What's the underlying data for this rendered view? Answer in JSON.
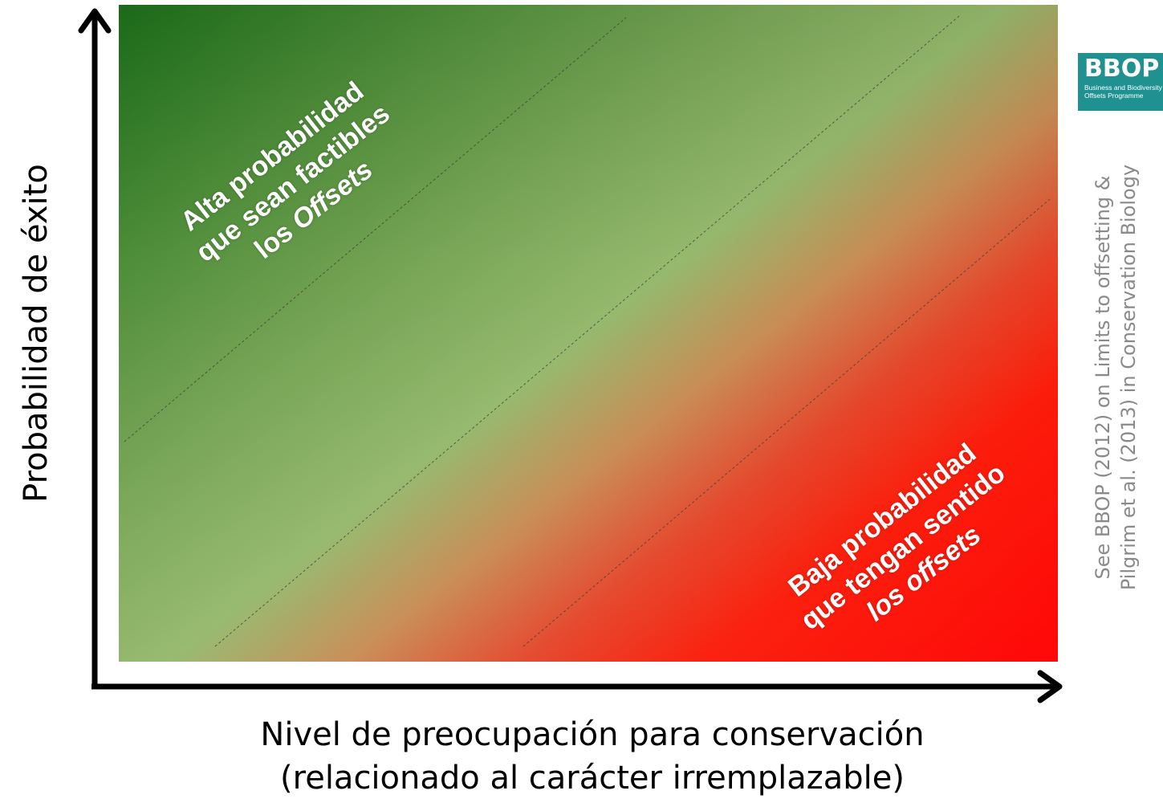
{
  "zones": {
    "high": {
      "line1": "Alta probabilidad",
      "line2": "que sean factibles",
      "line3_plain": "los ",
      "line3_italic": "Offsets"
    },
    "low": {
      "line1": "Baja probabilidad",
      "line2": "que tengan sentido",
      "line3_italic": "los offsets"
    }
  },
  "axes": {
    "y_label": "Probabilidad de éxito",
    "x_label_line1": "Nivel de preocupación para conservación",
    "x_label_line2": "(relacionado al carácter irremplazable)"
  },
  "logo": {
    "mark": "BBOP",
    "sub_line1": "Business and Biodiversity",
    "sub_line2": "Offsets Programme"
  },
  "citation": {
    "line1": "See BBOP (2012) on Limits to offsetting &",
    "line2": "Pilgrim et al. (2013) in Conservation Biology"
  },
  "colors": {
    "dark_green": "#1e6e1a",
    "light_green": "#93b86c",
    "red": "#ff0000",
    "logo_teal": "#1e9190",
    "citation_gray": "#8a8a8a"
  }
}
